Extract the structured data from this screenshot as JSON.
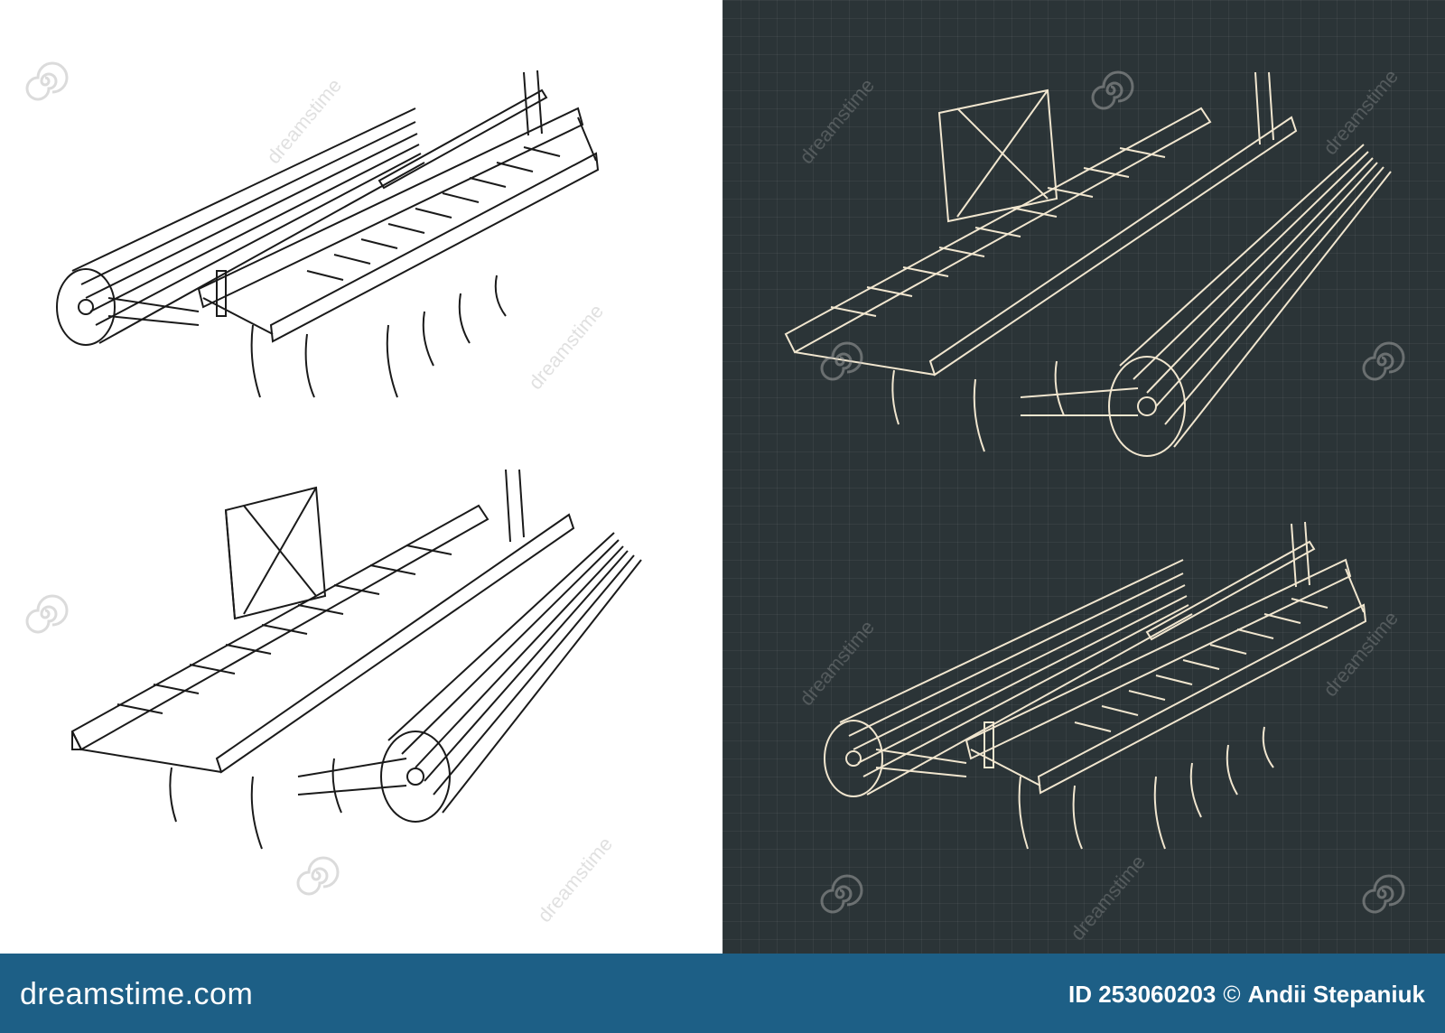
{
  "footer": {
    "logo_text": "dreamstime.com",
    "id_label": "ID",
    "id_number": "253060203",
    "copyright_symbol": "©",
    "author": "Andii Stepaniuk"
  },
  "watermark": {
    "text": "dreamstime",
    "icon": "spiral-logo-icon"
  },
  "colors": {
    "light_background": "#ffffff",
    "dark_background": "#2b3437",
    "dark_line": "#f1e6cf",
    "light_line": "#1a1a1a",
    "footer_bar": "#1d5f86"
  }
}
